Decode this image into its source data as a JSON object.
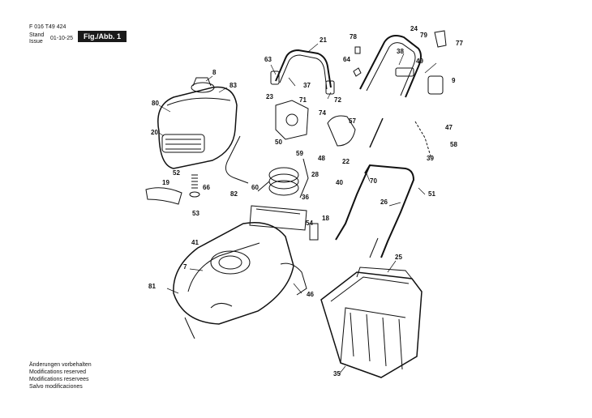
{
  "header": {
    "doc_number": "F 016 T49 424",
    "stand_label": "Stand",
    "issue_label": "Issue",
    "date": "01-10-25",
    "figure_badge": "Fig./Abb. 1"
  },
  "footer_notes": [
    "Änderungen vorbehalten",
    "Modifications reserved",
    "Modifications reservees",
    "Salvo modificaciones"
  ],
  "callouts": [
    "21",
    "24",
    "79",
    "77",
    "78",
    "63",
    "38",
    "49",
    "64",
    "8",
    "37",
    "72",
    "9",
    "83",
    "23",
    "71",
    "74",
    "80",
    "57",
    "20",
    "50",
    "47",
    "59",
    "48",
    "58",
    "22",
    "39",
    "52",
    "28",
    "70",
    "19",
    "40",
    "66",
    "60",
    "26",
    "51",
    "82",
    "36",
    "53",
    "18",
    "54",
    "41",
    "7",
    "25",
    "81",
    "46",
    "35"
  ]
}
